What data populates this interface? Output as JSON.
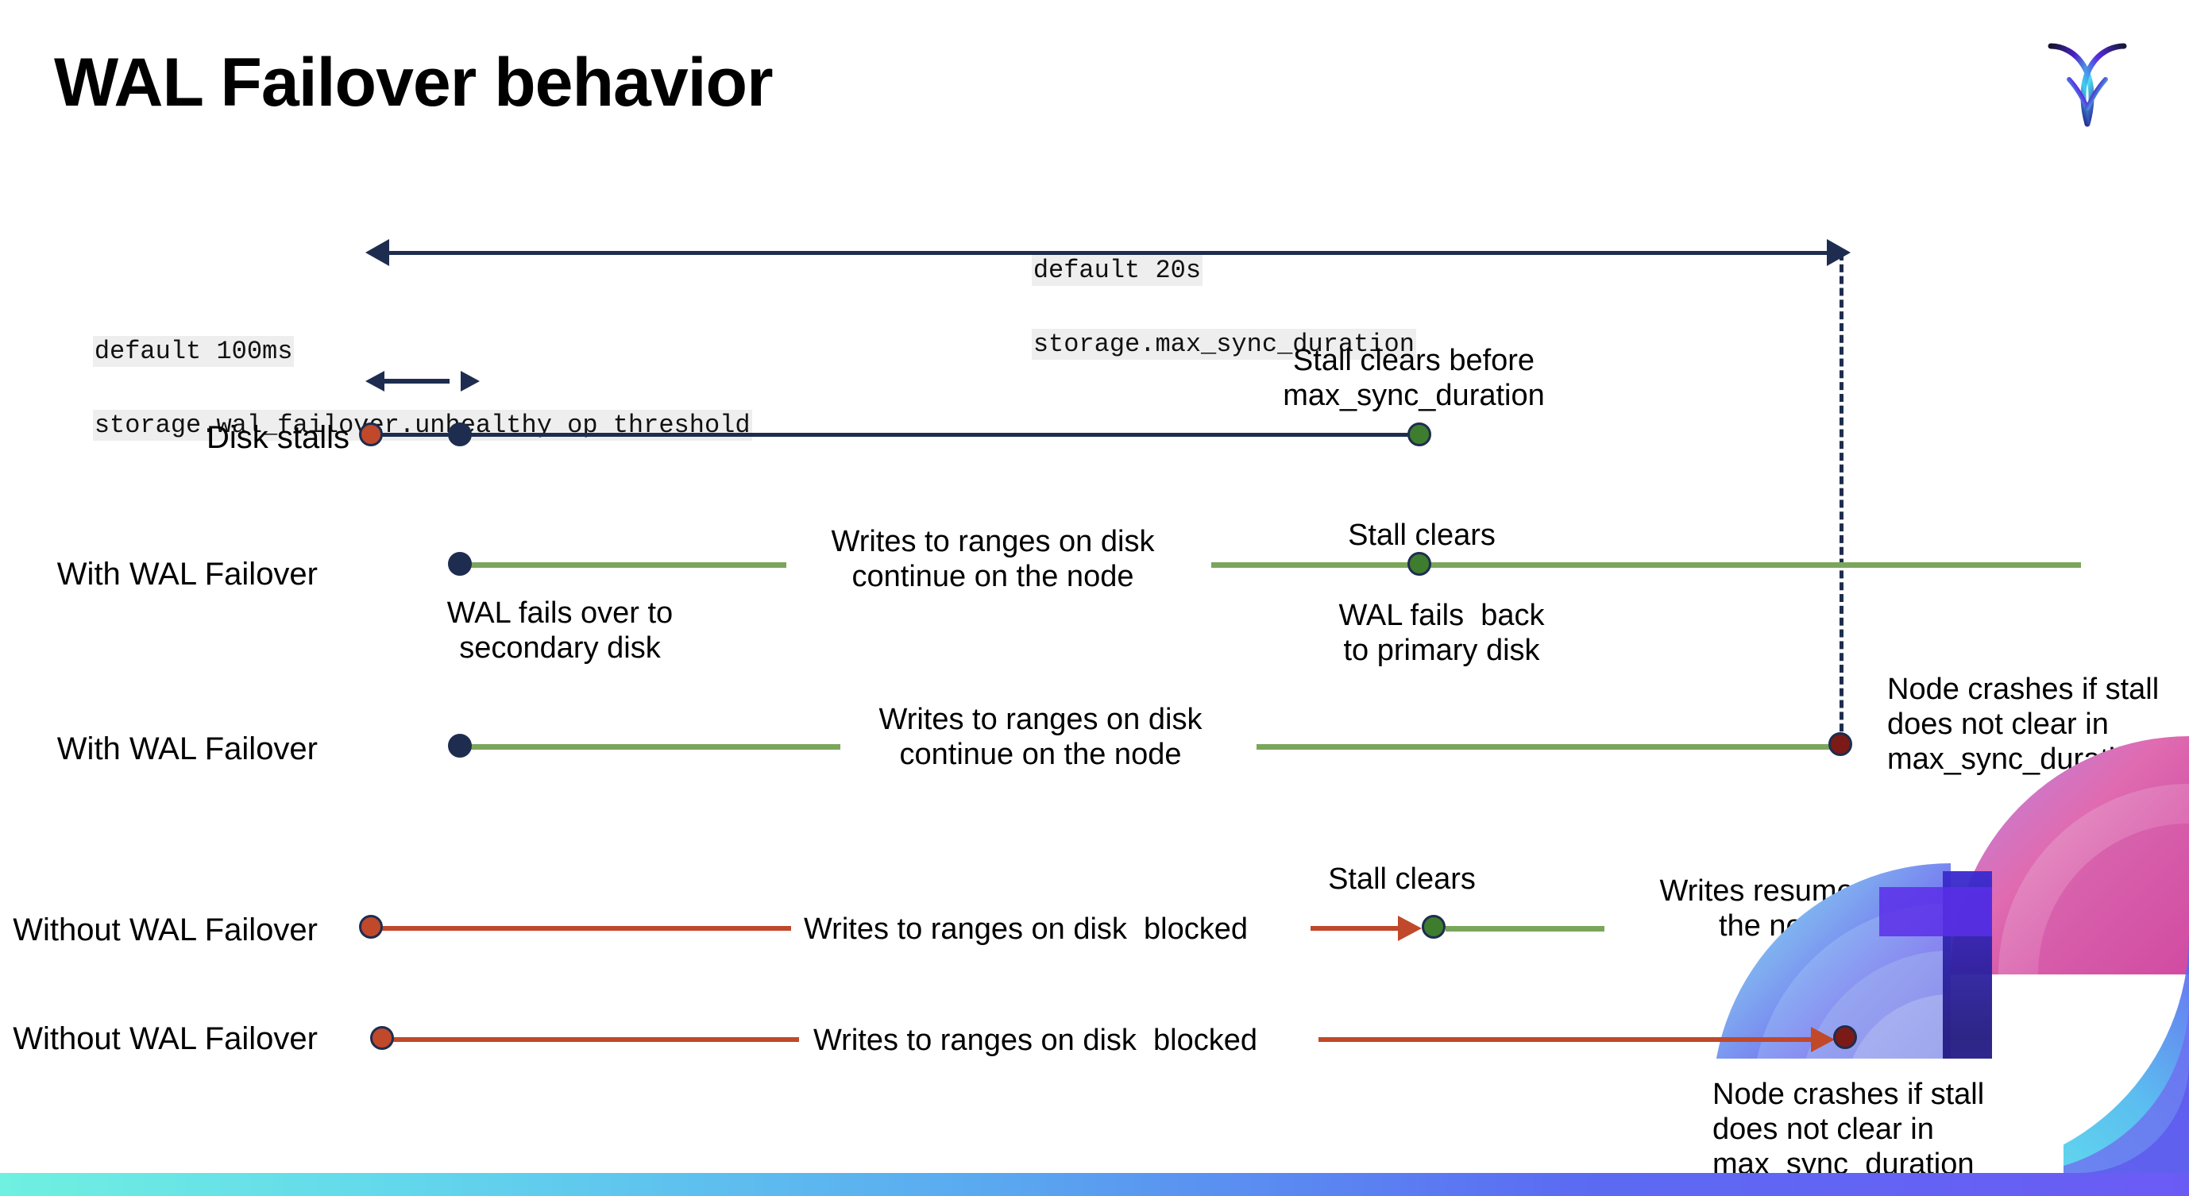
{
  "slide": {
    "title": "WAL Failover behavior",
    "logo_name": "cockroachdb-logo"
  },
  "colors": {
    "navy": "#1e2d4f",
    "green_line": "#7aa65c",
    "green_dot": "#3e7d2e",
    "red_line": "#c0492b",
    "red_dot": "#c0492b",
    "dark_red_dot": "#7b1a16",
    "code_bg": "#eeeeee"
  },
  "annotations": {
    "max_sync": {
      "line1": "default 20s",
      "line2": "storage.max_sync_duration"
    },
    "unhealthy_threshold": {
      "line1": "default 100ms",
      "line2": "storage.wal_failover.unhealthy_op_threshold"
    }
  },
  "rows": [
    {
      "id": "disk-stalls",
      "label": "Disk stalls",
      "callouts": [
        {
          "id": "stall-clears-before",
          "text": "Stall clears before\nmax_sync_duration"
        }
      ]
    },
    {
      "id": "with-wal-failover-recovers",
      "label": "With WAL Failover",
      "callouts": [
        {
          "id": "writes-continue",
          "text": "Writes to ranges on disk\ncontinue on the node"
        },
        {
          "id": "stall-clears",
          "text": "Stall clears"
        },
        {
          "id": "wal-fails-over",
          "text": "WAL fails over to\nsecondary disk"
        },
        {
          "id": "wal-fails-back",
          "text": "WAL fails  back\nto primary disk"
        }
      ]
    },
    {
      "id": "with-wal-failover-crash",
      "label": "With WAL Failover",
      "callouts": [
        {
          "id": "writes-continue-2",
          "text": "Writes to ranges on disk\ncontinue on the node"
        },
        {
          "id": "node-crashes-1",
          "text": "Node crashes if stall\ndoes not clear in\nmax_sync_duration"
        }
      ]
    },
    {
      "id": "without-wal-failover-recovers",
      "label": "Without WAL Failover",
      "callouts": [
        {
          "id": "writes-blocked",
          "text": "Writes to ranges on disk  blocked"
        },
        {
          "id": "stall-clears-2",
          "text": "Stall clears"
        },
        {
          "id": "writes-resume",
          "text": "Writes resume on\nthe node"
        }
      ]
    },
    {
      "id": "without-wal-failover-crash",
      "label": "Without WAL Failover",
      "callouts": [
        {
          "id": "writes-blocked-2",
          "text": "Writes to ranges on disk  blocked"
        },
        {
          "id": "node-crashes-2",
          "text": "Node crashes if stall\ndoes not clear in\nmax_sync_duration"
        }
      ]
    }
  ],
  "text": {
    "max_sync_l1": "default 20s",
    "max_sync_l2": "storage.max_sync_duration",
    "unhealthy_l1": "default 100ms",
    "unhealthy_l2": "storage.wal_failover.unhealthy_op_threshold",
    "row1_label": "Disk stalls",
    "row2_label": "With WAL Failover",
    "row3_label": "With WAL Failover",
    "row4_label": "Without WAL Failover",
    "row5_label": "Without WAL Failover",
    "stall_clears_before": "Stall clears before\nmax_sync_duration",
    "writes_continue_1": "Writes to ranges on disk\ncontinue on the node",
    "stall_clears_1": "Stall clears",
    "wal_fails_over": "WAL fails over to\nsecondary disk",
    "wal_fails_back": "WAL fails  back\nto primary disk",
    "writes_continue_2": "Writes to ranges on disk\ncontinue on the node",
    "node_crashes_1": "Node crashes if stall\ndoes not clear in\nmax_sync_duration",
    "writes_blocked_1": "Writes to ranges on disk  blocked",
    "stall_clears_2": "Stall clears",
    "writes_resume": "Writes resume on\nthe node",
    "writes_blocked_2": "Writes to ranges on disk  blocked",
    "node_crashes_2": "Node crashes if stall\ndoes not clear in\nmax_sync_duration"
  }
}
